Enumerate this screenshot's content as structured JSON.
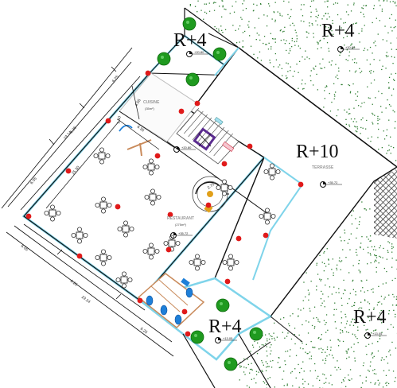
{
  "zones": {
    "top_left": "R+4",
    "top_right": "R+4",
    "center_right": "R+10",
    "bottom_center": "R+4",
    "bottom_right": "R+4"
  },
  "rooms": {
    "cuisine": {
      "name": "CUISINE",
      "area": "(35m²)"
    },
    "restaurant": {
      "name": "RESTAURANT",
      "area": "(275m²)"
    },
    "terrasse": {
      "name": "TERRASSE"
    }
  },
  "elevations": {
    "e_top_left": "+20.80",
    "e_top_right": "+20.80",
    "e_stair": "+20.80",
    "e_terrasse": "+35.72",
    "e_restaurant": "+35.72",
    "e_bottom_center": "+13.05",
    "e_bottom_right": "+13.05"
  },
  "dimensions": {
    "d_outer_left": "19.14",
    "d_outer_bottom": "19.14",
    "d_left_1": "6.25",
    "d_left_2": "6.25",
    "d_left_3": "6.05",
    "d_bottom_1": "6.05",
    "d_bottom_2": "6.25",
    "d_bottom_3": "6.25",
    "d_inner_1": "15.30",
    "d_inner_2": "4.55",
    "d_inner_3": "6.35",
    "d_inner_4": "1.50",
    "d_inner_5": "2.75"
  },
  "colors": {
    "grass_dot": "#2f7d32",
    "tree": "#1f9a1f",
    "glass": "#7fd4ea",
    "column": "#e01a1a",
    "wall": "#111111",
    "hatch": "#333333",
    "wood": "#c98a5a",
    "stair": "#5b2c8f"
  }
}
